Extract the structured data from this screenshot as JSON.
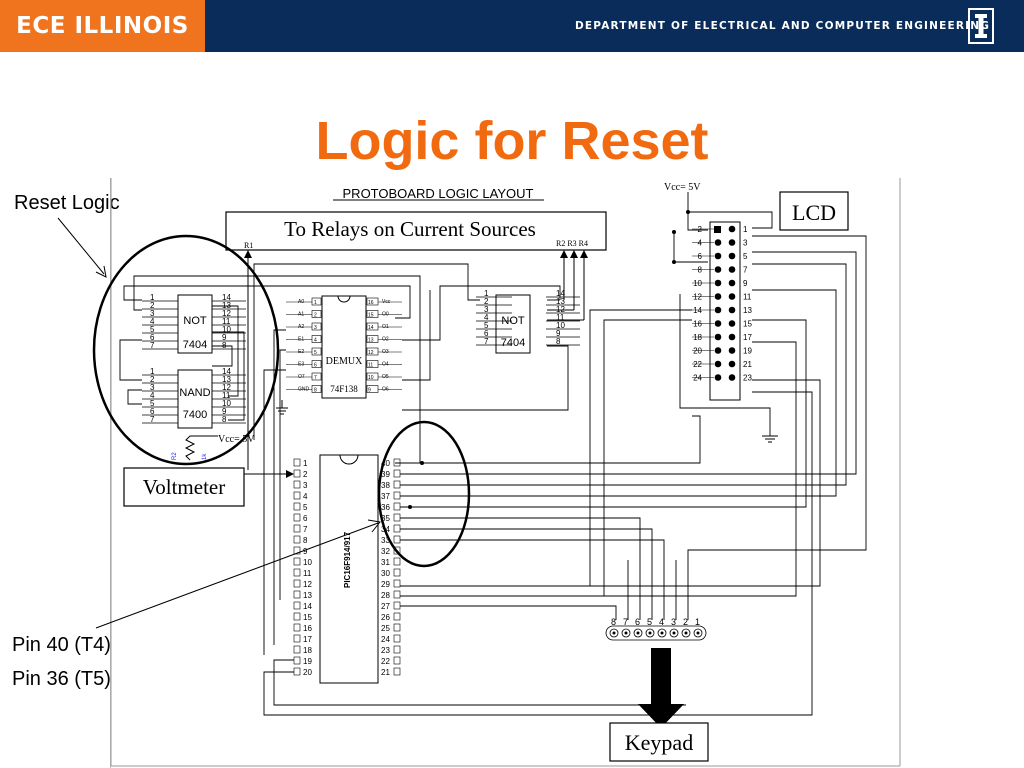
{
  "header": {
    "brand": "ECE ILLINOIS",
    "department": "DEPARTMENT OF ELECTRICAL AND COMPUTER ENGINEERING",
    "logo_letter": "I",
    "brand_color": "#f0731e",
    "banner_color": "#0a2c5a"
  },
  "slide": {
    "title": "Logic for Reset",
    "title_color": "#f26a10"
  },
  "annotations": {
    "reset_logic": "Reset Logic",
    "pin40": "Pin 40 (T4)",
    "pin36": "Pin 36 (T5)"
  },
  "diagram": {
    "layout_title": "PROTOBOARD LOGIC LAYOUT",
    "relays_label": "To Relays on Current Sources",
    "r1": "R1",
    "r234": "R2 R3  R4",
    "not_label": "NOT",
    "nand_label": "NAND",
    "chip_7404": "7404",
    "chip_7400": "7400",
    "demux_label": "DEMUX",
    "demux_part": "74F138",
    "pic_label": "PIC16F914/917",
    "voltmeter": "Voltmeter",
    "vcc_top": "Vcc= 5V",
    "vcc_mid": "Vcc= 5V",
    "lcd": "LCD",
    "keypad": "Keypad",
    "r2_small": "R2",
    "r_small": "1k",
    "demux_left_pins": [
      "A0",
      "A1",
      "A2",
      "E1",
      "E2",
      "E3",
      "O7",
      "GND"
    ],
    "demux_left_nums": [
      "1",
      "2",
      "3",
      "4",
      "5",
      "6",
      "7",
      "8"
    ],
    "demux_right_pins": [
      "Vcc",
      "O0",
      "O1",
      "O2",
      "O3",
      "O4",
      "O5",
      "O6"
    ],
    "demux_right_nums": [
      "16",
      "15",
      "14",
      "13",
      "12",
      "11",
      "10",
      "9"
    ],
    "gate_left_nums": [
      "1",
      "2",
      "3",
      "4",
      "5",
      "6",
      "7"
    ],
    "gate_right_nums": [
      "14",
      "13",
      "12",
      "11",
      "10",
      "9",
      "8"
    ],
    "pic_left_nums": [
      "1",
      "2",
      "3",
      "4",
      "5",
      "6",
      "7",
      "8",
      "9",
      "10",
      "11",
      "12",
      "13",
      "14",
      "15",
      "16",
      "17",
      "18",
      "19",
      "20"
    ],
    "pic_right_nums": [
      "40",
      "39",
      "38",
      "37",
      "36",
      "35",
      "34",
      "33",
      "32",
      "31",
      "30",
      "29",
      "28",
      "27",
      "26",
      "25",
      "24",
      "23",
      "22",
      "21"
    ],
    "lcd_left_nums": [
      "2",
      "4",
      "6",
      "8",
      "10",
      "12",
      "14",
      "16",
      "18",
      "20",
      "22",
      "24"
    ],
    "lcd_right_nums": [
      "1",
      "3",
      "5",
      "7",
      "9",
      "11",
      "13",
      "15",
      "17",
      "19",
      "21",
      "23"
    ],
    "keypad_pins": [
      "8",
      "7",
      "6",
      "5",
      "4",
      "3",
      "2",
      "1"
    ]
  }
}
